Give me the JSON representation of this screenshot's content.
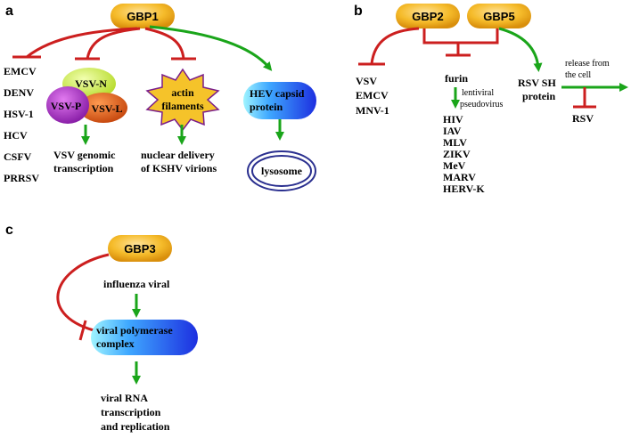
{
  "panels": {
    "a": {
      "letter": "a",
      "gbp": "GBP1",
      "virus_list": [
        "EMCV",
        "DENV",
        "HSV-1",
        "HCV",
        "CSFV",
        "PRRSV"
      ],
      "vsv_parts": {
        "n": "VSV-N",
        "p": "VSV-P",
        "l": "VSV-L"
      },
      "vsv_outcome": [
        "VSV genomic",
        "transcription"
      ],
      "actin": [
        "actin",
        "filaments"
      ],
      "actin_outcome": [
        "nuclear delivery",
        "of KSHV virions"
      ],
      "hev": [
        "HEV capsid",
        "protein"
      ],
      "lysosome": "lysosome"
    },
    "b": {
      "letter": "b",
      "gbp_left": "GBP2",
      "gbp_right": "GBP5",
      "virus_list": [
        "VSV",
        "EMCV",
        "MNV-1"
      ],
      "furin": "furin",
      "pseudo": [
        "lentiviral",
        "pseudovirus"
      ],
      "furin_viruses": [
        "HIV",
        "IAV",
        "MLV",
        "ZIKV",
        "MeV",
        "MARV",
        "HERV-K"
      ],
      "rsv_sh": [
        "RSV SH",
        "protein"
      ],
      "release": [
        "release from",
        "the cell"
      ],
      "rsv": "RSV"
    },
    "c": {
      "letter": "c",
      "gbp": "GBP3",
      "influenza": "influenza viral",
      "polymerase": [
        "viral polymerase",
        "complex"
      ],
      "outcome": [
        "viral RNA",
        "transcription",
        "and replication"
      ]
    }
  },
  "colors": {
    "inhibit": "#cc1f1f",
    "activate": "#1aa51a",
    "gbp_fill": "#f2b21f",
    "blue_pill": "#2a3ee0",
    "starburst": "#f5c32a"
  }
}
